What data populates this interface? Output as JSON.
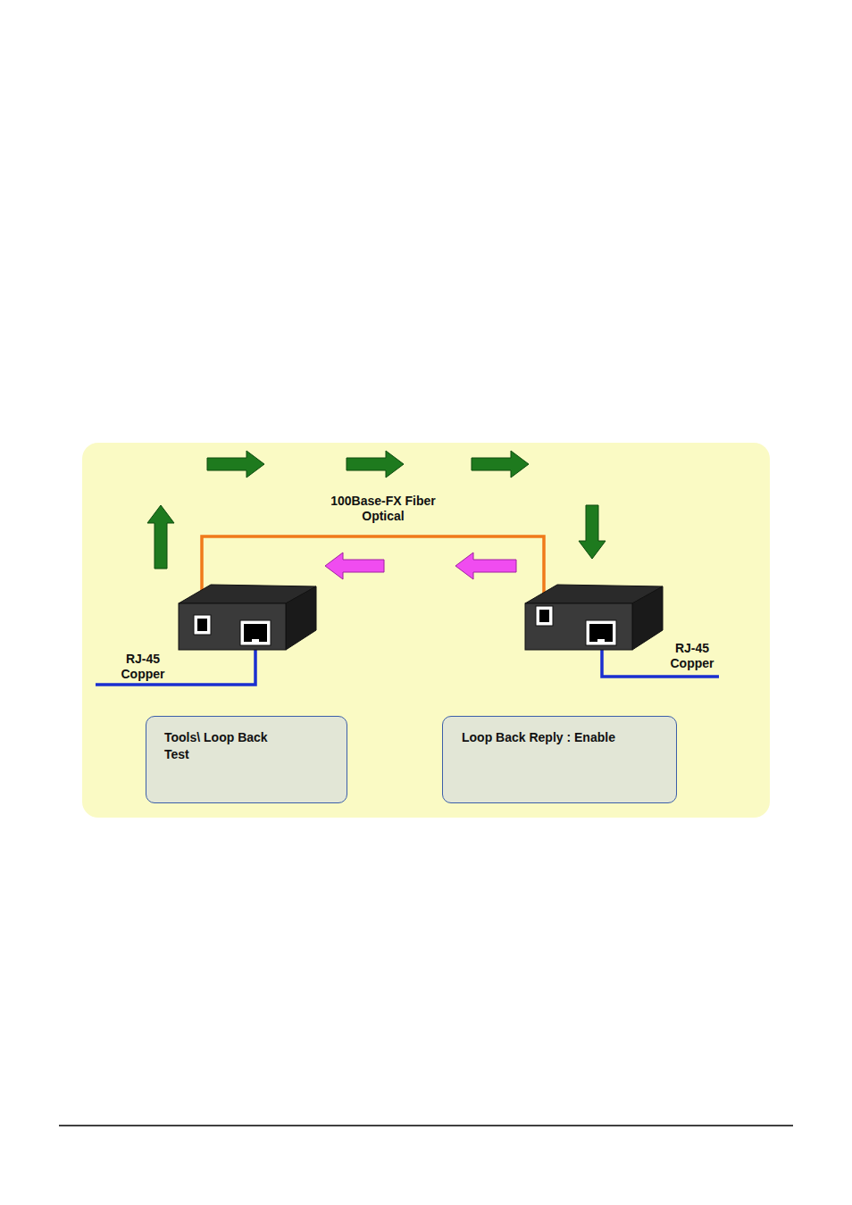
{
  "diagram": {
    "nodes": [
      {
        "text": [
          "Tools\\ Loop Back Test"
        ]
      },
      {
        "text": [
          "Loop Back Reply : Enable"
        ]
      }
    ],
    "labels": [
      "100Base-FX Fiber Optical",
      "RJ-45 Copper",
      "RJ-45 Copper"
    ]
  }
}
